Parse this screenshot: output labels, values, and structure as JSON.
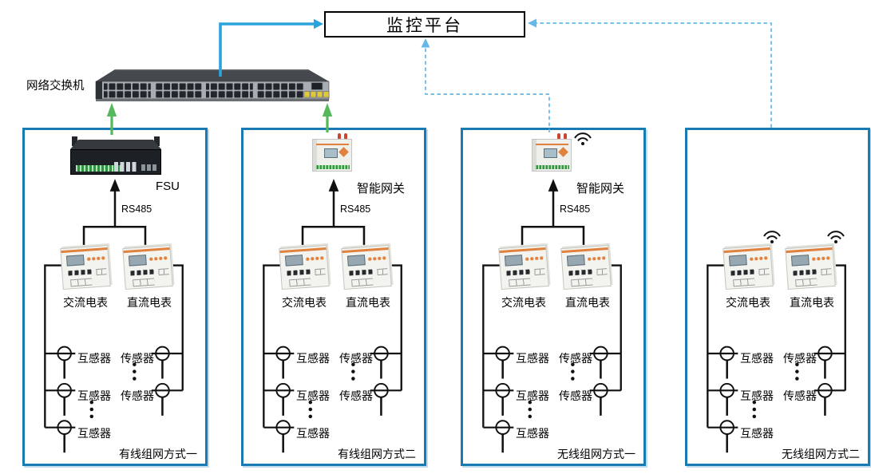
{
  "platform": {
    "label": "监控平台"
  },
  "network_switch": {
    "label": "网络交换机"
  },
  "groups": [
    {
      "id": "wired-1",
      "device_label": "FSU",
      "rs485_label": "RS485",
      "ac_meter_label": "交流电表",
      "dc_meter_label": "直流电表",
      "ct_label": "互感器",
      "sensor_label": "传感器",
      "caption": "有线组网方式一"
    },
    {
      "id": "wired-2",
      "device_label": "智能网关",
      "rs485_label": "RS485",
      "ac_meter_label": "交流电表",
      "dc_meter_label": "直流电表",
      "ct_label": "互感器",
      "sensor_label": "传感器",
      "caption": "有线组网方式二"
    },
    {
      "id": "wireless-1",
      "device_label": "智能网关",
      "rs485_label": "RS485",
      "ac_meter_label": "交流电表",
      "dc_meter_label": "直流电表",
      "ct_label": "互感器",
      "sensor_label": "传感器",
      "caption": "无线组网方式一"
    },
    {
      "id": "wireless-2",
      "ac_meter_label": "交流电表",
      "dc_meter_label": "直流电表",
      "ct_label": "互感器",
      "sensor_label": "传感器",
      "caption": "无线组网方式二"
    }
  ],
  "icons": {
    "wifi": "wifi-icon"
  },
  "colors": {
    "group_border": "#1a7ab2",
    "ethernet_link_blue": "#29a4dc",
    "lan_link_green": "#55b85a",
    "wireless_link_dashed": "#66b8e8",
    "wiring_black": "#111111",
    "device_accent_orange": "#e0823e",
    "terminal_green": "#2e9140"
  }
}
